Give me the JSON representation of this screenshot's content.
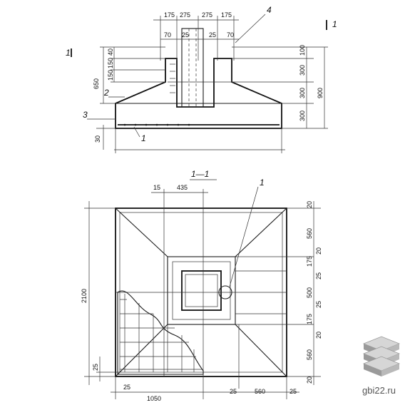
{
  "section": {
    "top_dims": [
      "175",
      "275",
      "275",
      "175"
    ],
    "sub_dims": [
      "70",
      "25",
      "25",
      "70"
    ],
    "left_dims": [
      "40",
      "150",
      "150",
      "650",
      "30"
    ],
    "right_dims": [
      "100",
      "300",
      "300",
      "300",
      "900"
    ],
    "callouts": [
      "4",
      "2",
      "3",
      "1"
    ],
    "section_marks": [
      "1",
      "1"
    ]
  },
  "plan": {
    "title": "1—1",
    "callout": "1",
    "top_dims": [
      "15",
      "435"
    ],
    "right_dims": [
      "20",
      "560",
      "20",
      "175",
      "25",
      "500",
      "25",
      "175",
      "20",
      "560",
      "20"
    ],
    "left_dims": [
      "2100",
      "25"
    ],
    "bottom_dims": [
      "25",
      "1050",
      "25",
      "560",
      "25"
    ]
  },
  "watermark": "gbi22.ru",
  "colors": {
    "ink": "#111111",
    "bg": "#ffffff",
    "logo_light": "#d6d6d6",
    "logo_dark": "#9a9a9a"
  }
}
